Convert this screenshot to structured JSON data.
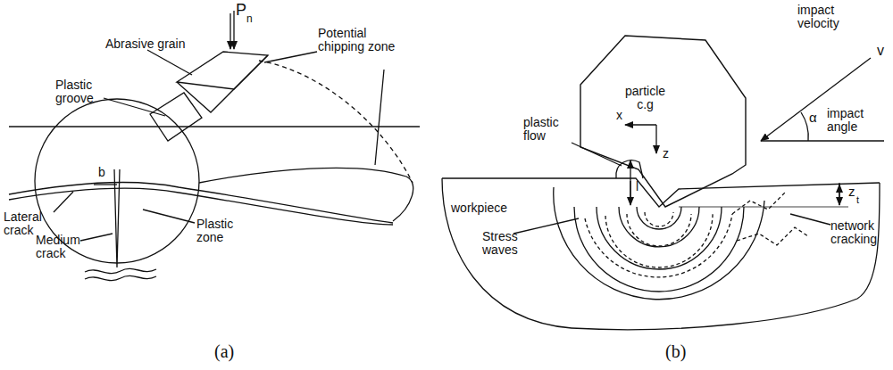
{
  "diagram": {
    "nodes": [
      {
        "text": [
          "particle c.g"
        ]
      }
    ],
    "labels": [
      "Abrasive grain",
      "P",
      "n",
      "Plastic groove",
      "Potential chipping zone",
      "b",
      "Lateral crack",
      "Plastic zone",
      "Medium crack",
      "(a)",
      "impact velocity",
      "v",
      "α",
      "impact angle",
      "x",
      "z",
      "plastic flow",
      "l",
      "workpiece",
      "z",
      "t",
      "Stress waves",
      "network cracking",
      "(b)"
    ]
  }
}
